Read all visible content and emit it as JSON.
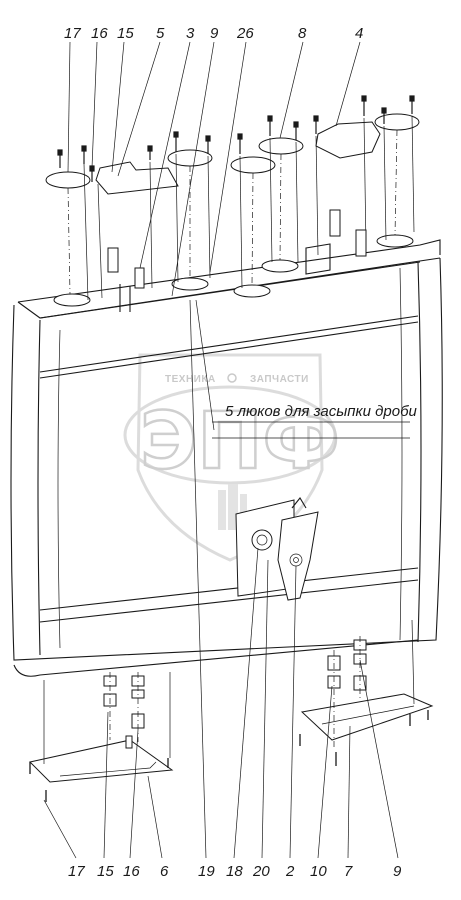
{
  "diagram": {
    "callouts_top": [
      "17",
      "16",
      "15",
      "5",
      "3",
      "9",
      "26",
      "8",
      "4"
    ],
    "callouts_bottom": [
      "17",
      "15",
      "16",
      "6",
      "19",
      "18",
      "20",
      "2",
      "10",
      "7",
      "9"
    ],
    "annotation": "5 люков для засыпки дроби",
    "watermark": {
      "brand_left": "ТЕХНИКА",
      "brand_right": "ЗАПЧАСТИ",
      "logo": "ЭПФ"
    }
  }
}
